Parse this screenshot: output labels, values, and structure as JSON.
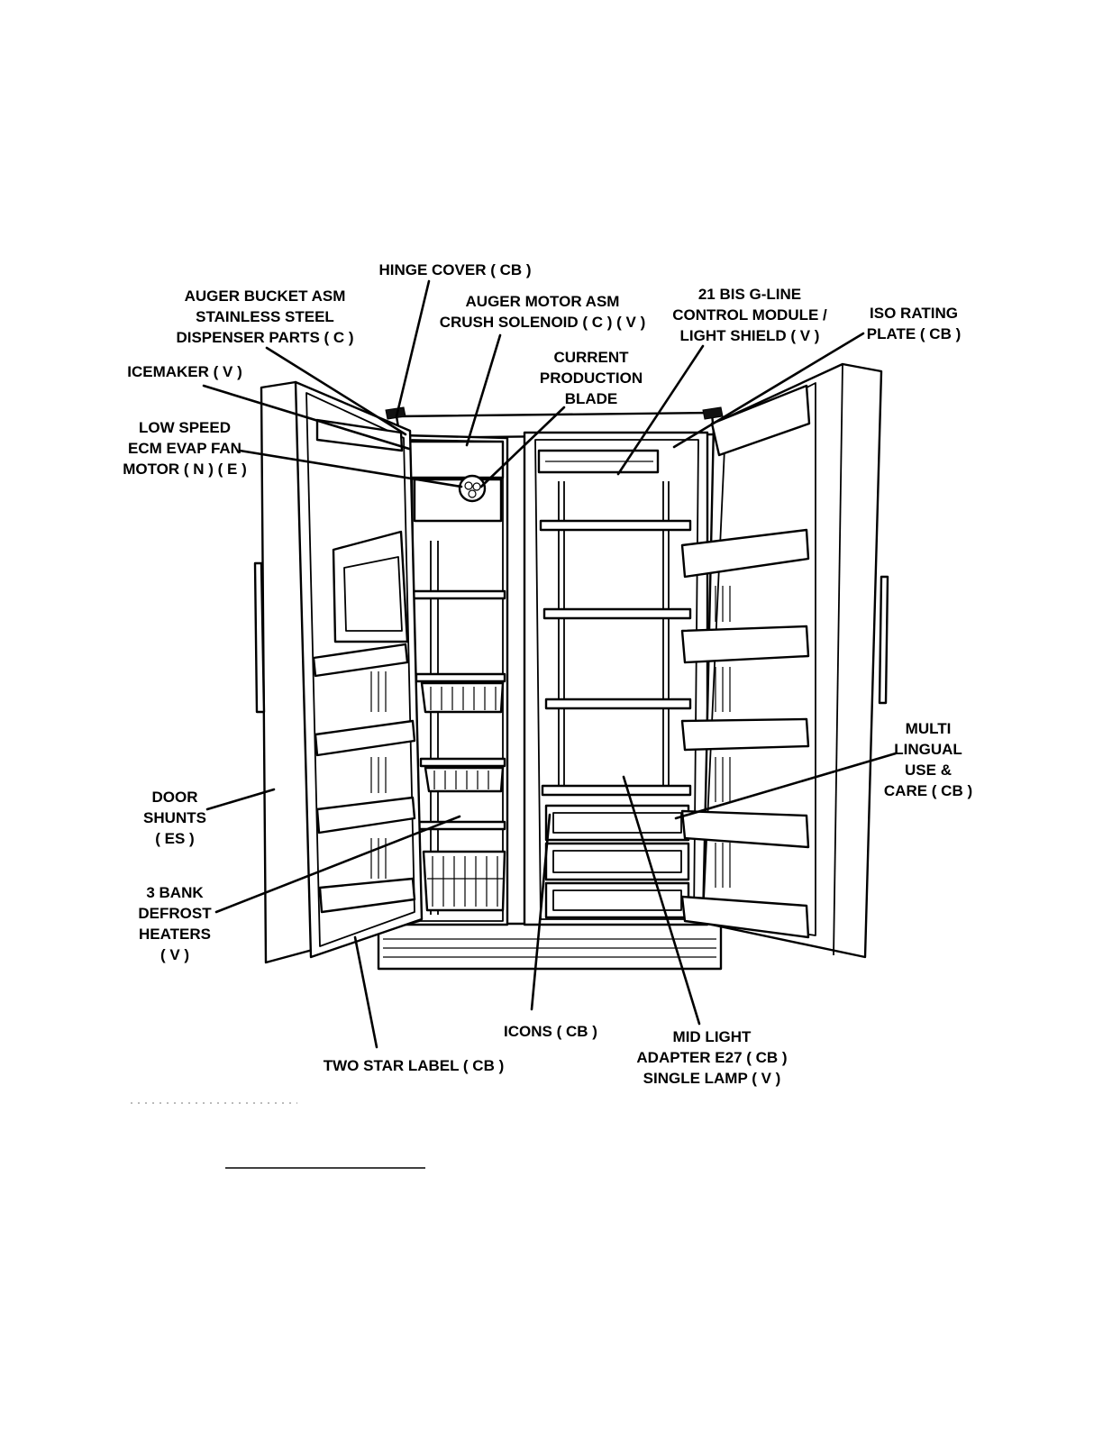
{
  "diagram": {
    "labels": [
      {
        "id": "hinge-cover",
        "lines": [
          "HINGE COVER ( CB )"
        ]
      },
      {
        "id": "auger-bucket",
        "lines": [
          "AUGER BUCKET ASM",
          "STAINLESS STEEL",
          "DISPENSER PARTS ( C )"
        ]
      },
      {
        "id": "auger-motor",
        "lines": [
          "AUGER MOTOR ASM",
          "CRUSH SOLENOID ( C ) ( V )"
        ]
      },
      {
        "id": "control-module",
        "lines": [
          "21 BIS G-LINE",
          "CONTROL MODULE /",
          "LIGHT SHIELD ( V )"
        ]
      },
      {
        "id": "iso-rating",
        "lines": [
          "ISO RATING",
          "PLATE ( CB )"
        ]
      },
      {
        "id": "current-blade",
        "lines": [
          "CURRENT",
          "PRODUCTION",
          "BLADE"
        ]
      },
      {
        "id": "icemaker",
        "lines": [
          "ICEMAKER ( V )"
        ]
      },
      {
        "id": "evap-fan",
        "lines": [
          "LOW SPEED",
          "ECM EVAP FAN",
          "MOTOR ( N ) ( E )"
        ]
      },
      {
        "id": "multi-lingual",
        "lines": [
          "MULTI",
          "LINGUAL",
          "USE &",
          "CARE ( CB )"
        ]
      },
      {
        "id": "door-shunts",
        "lines": [
          "DOOR",
          "SHUNTS",
          "( ES )"
        ]
      },
      {
        "id": "defrost-heaters",
        "lines": [
          "3 BANK",
          "DEFROST",
          "HEATERS",
          "( V )"
        ]
      },
      {
        "id": "icons",
        "lines": [
          "ICONS ( CB )"
        ]
      },
      {
        "id": "mid-light",
        "lines": [
          "MID LIGHT",
          "ADAPTER E27 ( CB )",
          "SINGLE LAMP ( V )"
        ]
      },
      {
        "id": "two-star",
        "lines": [
          "TWO STAR LABEL ( CB )"
        ]
      }
    ]
  }
}
